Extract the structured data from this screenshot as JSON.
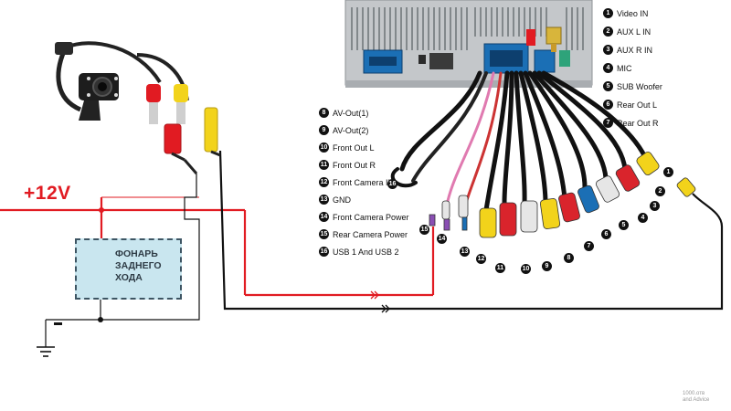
{
  "diagram": {
    "voltage_label": "+12V",
    "lamp_label": [
      "ФОНАРЬ",
      "ЗАДНЕГО",
      "ХОДА"
    ],
    "ground_sign": "−",
    "watermark": [
      "1000.отв",
      "and Advice"
    ]
  },
  "legend_right": [
    {
      "num": "1",
      "label": "Video IN"
    },
    {
      "num": "2",
      "label": "AUX L IN"
    },
    {
      "num": "3",
      "label": "AUX R IN"
    },
    {
      "num": "4",
      "label": "MIC"
    },
    {
      "num": "5",
      "label": "SUB Woofer"
    },
    {
      "num": "6",
      "label": "Rear Out L"
    },
    {
      "num": "7",
      "label": "Rear Out R"
    }
  ],
  "legend_left": [
    {
      "num": "8",
      "label": "AV-Out(1)"
    },
    {
      "num": "9",
      "label": "AV-Out(2)"
    },
    {
      "num": "10",
      "label": "Front Out L"
    },
    {
      "num": "11",
      "label": "Front Out R"
    },
    {
      "num": "12",
      "label": "Front Camera IN"
    },
    {
      "num": "13",
      "label": "GND"
    },
    {
      "num": "14",
      "label": "Front Camera Power"
    },
    {
      "num": "15",
      "label": "Rear Camera Power"
    },
    {
      "num": "16",
      "label": "USB 1 And USB 2"
    }
  ],
  "connector_numbers": [
    "1",
    "2",
    "3",
    "4",
    "5",
    "6",
    "7",
    "8",
    "9",
    "10",
    "11",
    "12",
    "13",
    "14",
    "15",
    "16"
  ],
  "colors": {
    "power_wire": "#e11b22",
    "video_wire": "#111111",
    "rca_red": "#d9242c",
    "rca_yellow": "#f2d31b",
    "rca_white": "#e6e6e6",
    "rca_blue": "#1b6fb5",
    "rca_green": "#2ea37a",
    "lamp_box": "#c9e6ef",
    "unit_metal": "#c4c7ca"
  },
  "icons": [
    "rear-camera-icon",
    "head-unit-icon",
    "lamp-bulb-icon",
    "ground-icon",
    "arrow-icon"
  ]
}
